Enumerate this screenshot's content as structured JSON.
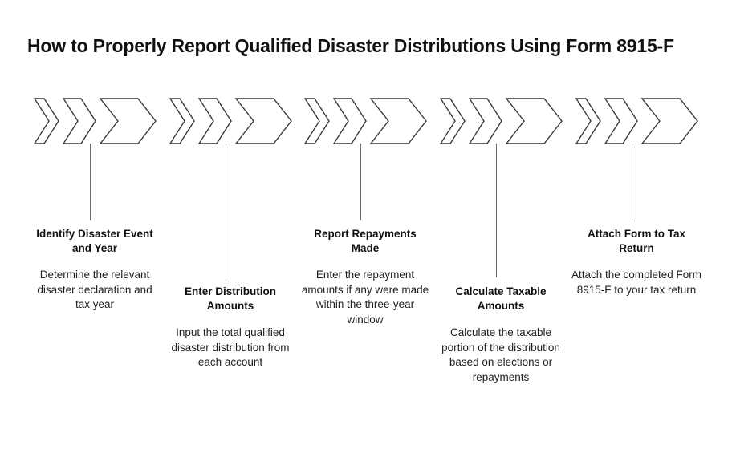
{
  "page": {
    "title": "How to Properly Report Qualified Disaster Distributions Using Form 8915-F",
    "background_color": "#ffffff",
    "line_color": "#3a3a3a",
    "connector_color": "#6e6e6e",
    "text_color": "#111111"
  },
  "diagram": {
    "type": "chevron-process-flow",
    "step_count": 5,
    "arrow_glyph": "double-chevron-arrow",
    "steps": [
      {
        "index": 1,
        "heading": "Identify Disaster Event and Year",
        "body": "Determine the relevant disaster declaration and tax year",
        "label_position": "high"
      },
      {
        "index": 2,
        "heading": "Enter Distribution Amounts",
        "body": "Input the total qualified disaster distribution from each account",
        "label_position": "low"
      },
      {
        "index": 3,
        "heading": "Report Repayments Made",
        "body": "Enter the repayment amounts if any were made within the three-year window",
        "label_position": "high"
      },
      {
        "index": 4,
        "heading": "Calculate Taxable Amounts",
        "body": "Calculate the taxable portion of the distribution based on elections or repayments",
        "label_position": "low"
      },
      {
        "index": 5,
        "heading": "Attach Form to Tax Return",
        "body": "Attach the completed Form 8915-F to your tax return",
        "label_position": "high"
      }
    ]
  }
}
